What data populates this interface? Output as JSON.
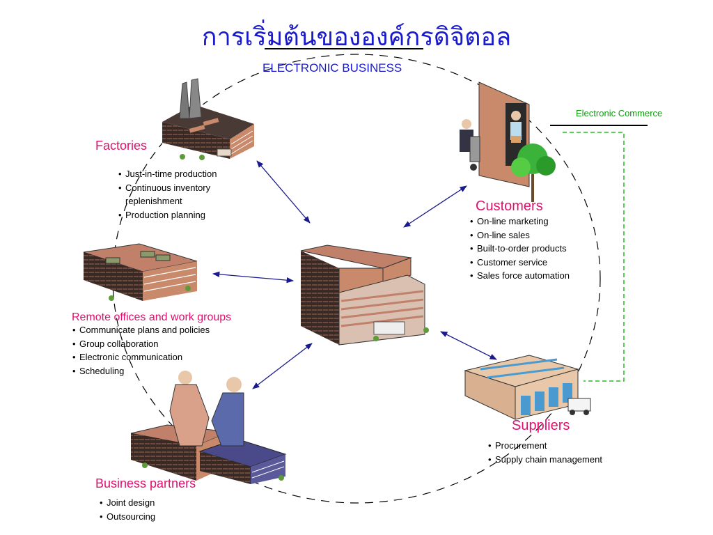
{
  "title": "การเริ่มต้นขององค์กรดิจิตอล",
  "subtitle": "ELECTRONIC BUSINESS",
  "ecommerce_label": "Electronic Commerce",
  "bullet_char": "•",
  "nodes": {
    "factories": {
      "heading": "Factories",
      "items": [
        "Just-in-time production",
        "Continuous inventory",
        "replenishment",
        "Production planning"
      ]
    },
    "remote_offices": {
      "heading": "Remote offices and work groups",
      "items": [
        "Communicate plans and policies",
        "Group collaboration",
        "Electronic communication",
        "Scheduling"
      ]
    },
    "business_partners": {
      "heading": "Business partners",
      "items": [
        "Joint design",
        "Outsourcing"
      ]
    },
    "customers": {
      "heading": "Customers",
      "items": [
        "On-line marketing",
        "On-line sales",
        "Built-to-order products",
        "Customer service",
        "Sales force automation"
      ]
    },
    "suppliers": {
      "heading": "Suppliers",
      "items": [
        "Procurement",
        "Supply chain management"
      ]
    }
  },
  "colors": {
    "title": "#1a1acd",
    "heading": "#e0106e",
    "arrow": "#1a1a8c",
    "ecommerce": "#119911",
    "brick": "#c98a6c",
    "roof": "#c0806a"
  }
}
